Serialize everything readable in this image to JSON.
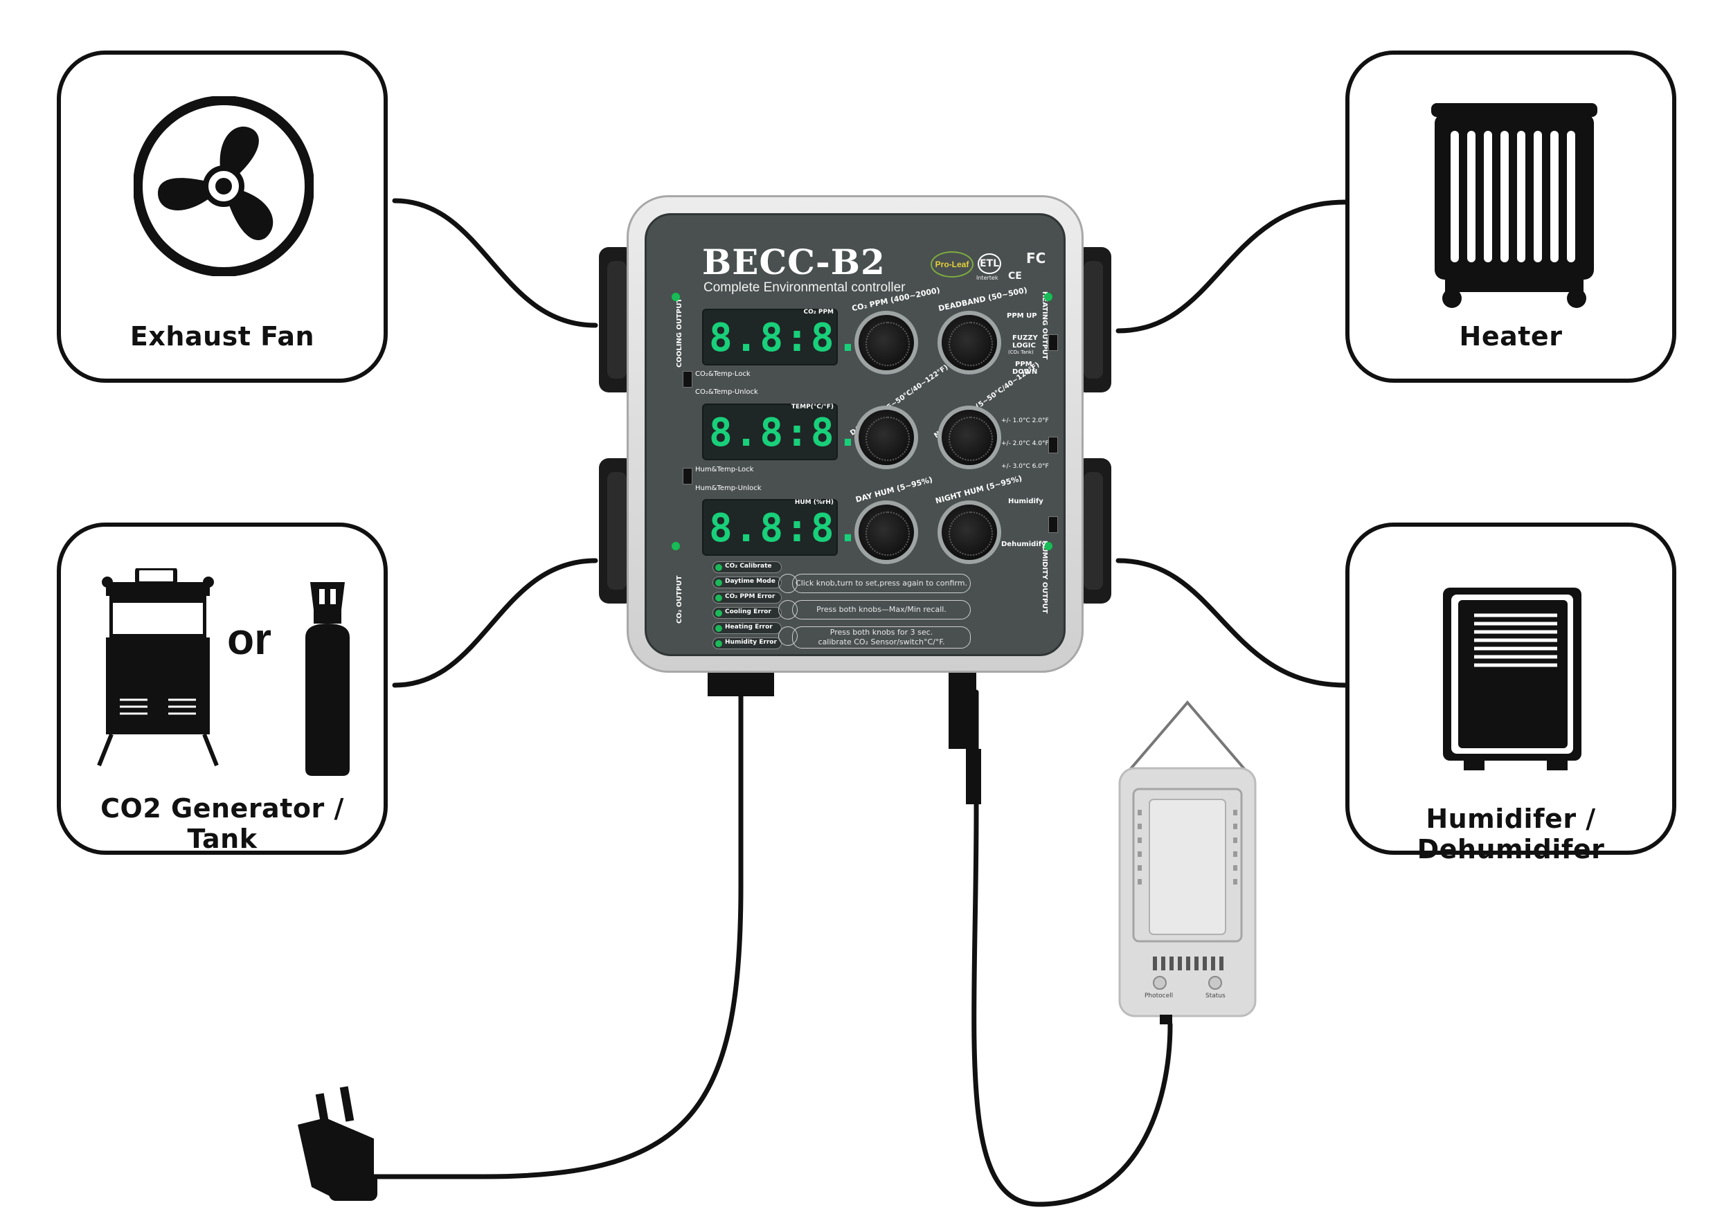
{
  "devices": {
    "exhaust_fan": "Exhaust Fan",
    "heater": "Heater",
    "co2": "CO2 Generator / Tank",
    "co2_or": "or",
    "humidifier": "Humidifer / Dehumidifer"
  },
  "controller": {
    "model": "BECC-B2",
    "subtitle": "Complete Environmental controller",
    "logo": "Pro-Leaf",
    "cert_etl": "ETL",
    "cert_fc": "FC",
    "cert_ce": "CE",
    "cert_intertek": "Intertek",
    "displays": [
      {
        "label": "CO₂ PPM",
        "digits": "8.8:8.8"
      },
      {
        "label": "TEMP(°C/°F)",
        "digits": "8.8:8.8"
      },
      {
        "label": "HUM (%rH)",
        "digits": "8.8:8.8"
      }
    ],
    "knobs": [
      {
        "label": "CO₂ PPM (400~2000)"
      },
      {
        "label": "DEADBAND (50~500)"
      },
      {
        "label": "DAY TEMP (5~50°C/40~122°F)"
      },
      {
        "label": "NIGHT TEMP (5~50°C/40~122°F)"
      },
      {
        "label": "DAY HUM (5~95%)"
      },
      {
        "label": "NIGHT HUM (5~95%)"
      }
    ],
    "left_switch_1": [
      "CO₂&Temp-Lock",
      "CO₂&Temp-Unlock"
    ],
    "left_switch_2": [
      "Hum&Temp-Lock",
      "Hum&Temp-Unlock"
    ],
    "right_switch_1": [
      "PPM UP",
      "FUZZY",
      "LOGIC",
      "(CO₂ Tank)",
      "PPM",
      "DOWN"
    ],
    "right_switch_2": [
      "+/- 1.0°C 2.0°F",
      "+/- 2.0°C 4.0°F",
      "+/- 3.0°C 6.0°F"
    ],
    "right_switch_3": [
      "Humidify",
      "Dehumidify"
    ],
    "side_cooling": "COOLING OUTPUT",
    "side_heating": "HEATING OUTPUT",
    "side_co2": "CO₂ OUTPUT",
    "side_humidity": "HUMIDITY OUTPUT",
    "status_leds": [
      "CO₂ Calibrate",
      "Daytime Mode",
      "CO₂ PPM Error",
      "Cooling Error",
      "Heating Error",
      "Humidity Error"
    ],
    "instructions": [
      "Click knob,turn to set,press again to confirm.",
      "Press both knobs—Max/Min recall.",
      "Press both knobs for 3 sec.",
      "calibrate CO₂ Sensor/switch°C/°F."
    ]
  },
  "sensor": {
    "photocell": "Photocell",
    "status": "Status"
  },
  "colors": {
    "panel": "#4a5050",
    "display_digits": "#19d07a",
    "housing": "#dcdcdc",
    "outline": "#111111"
  }
}
